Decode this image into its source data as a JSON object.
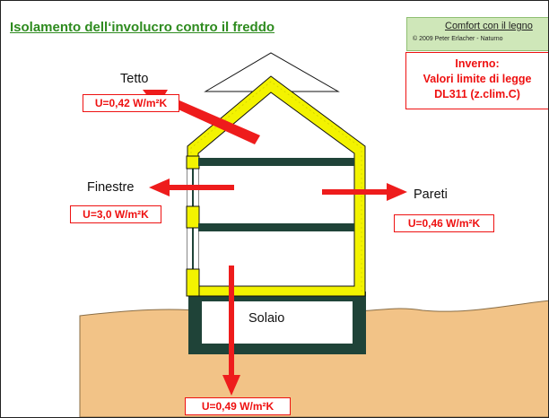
{
  "title": "Isolamento dell‘involucro contro il freddo",
  "credit": {
    "title": "Comfort con il legno",
    "subtitle": "© 2009 Peter Erlacher - Naturno"
  },
  "season_box": {
    "line1": "Inverno:",
    "line2": "Valori limite di legge",
    "line3": "DL311 (z.clim.C)"
  },
  "labels": {
    "roof": "Tetto",
    "windows": "Finestre",
    "walls": "Pareti",
    "floor": "Solaio"
  },
  "u_values": {
    "roof": "U=0,42 W/m²K",
    "windows": "U=3,0 W/m²K",
    "walls": "U=0,46 W/m²K",
    "floor": "U=0,49 W/m²K"
  },
  "colors": {
    "title_green": "#2e8b1f",
    "insulation_yellow": "#f3f300",
    "structure_dark": "#1f4338",
    "ground": "#f2c387",
    "arrow_red": "#ee1c1c"
  }
}
